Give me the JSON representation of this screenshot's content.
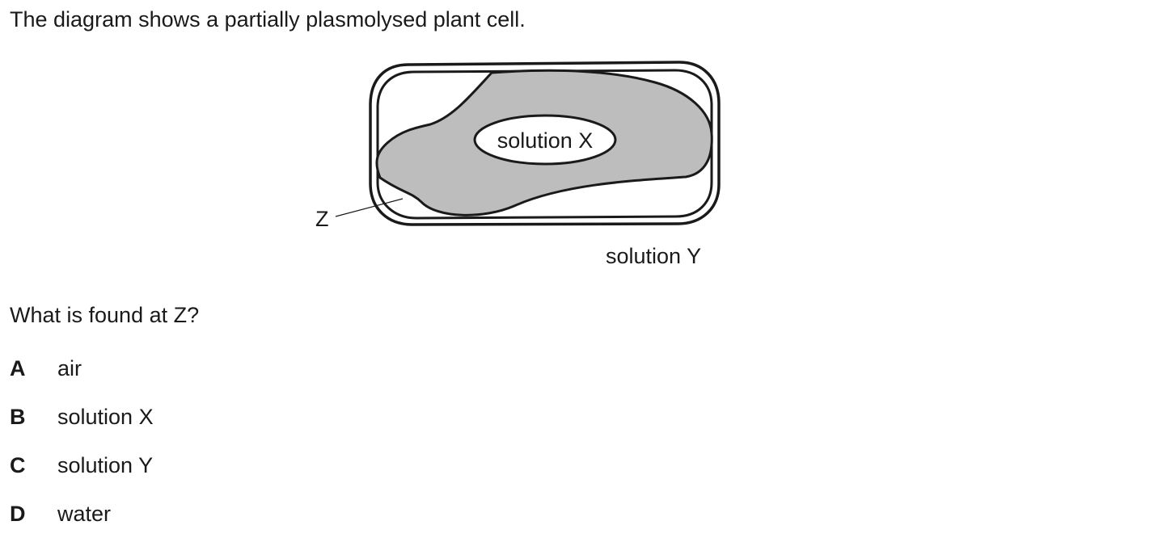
{
  "intro_text": "The diagram shows a partially plasmolysed plant cell.",
  "diagram": {
    "labels": {
      "solution_x": "solution X",
      "solution_y": "solution Y",
      "z": "Z"
    },
    "colors": {
      "outline": "#1a1a1a",
      "cytoplasm_fill": "#bdbdbd",
      "vacuole_fill": "#ffffff"
    }
  },
  "question": "What is found at Z?",
  "options": [
    {
      "letter": "A",
      "text": "air"
    },
    {
      "letter": "B",
      "text": "solution X"
    },
    {
      "letter": "C",
      "text": "solution Y"
    },
    {
      "letter": "D",
      "text": "water"
    }
  ]
}
